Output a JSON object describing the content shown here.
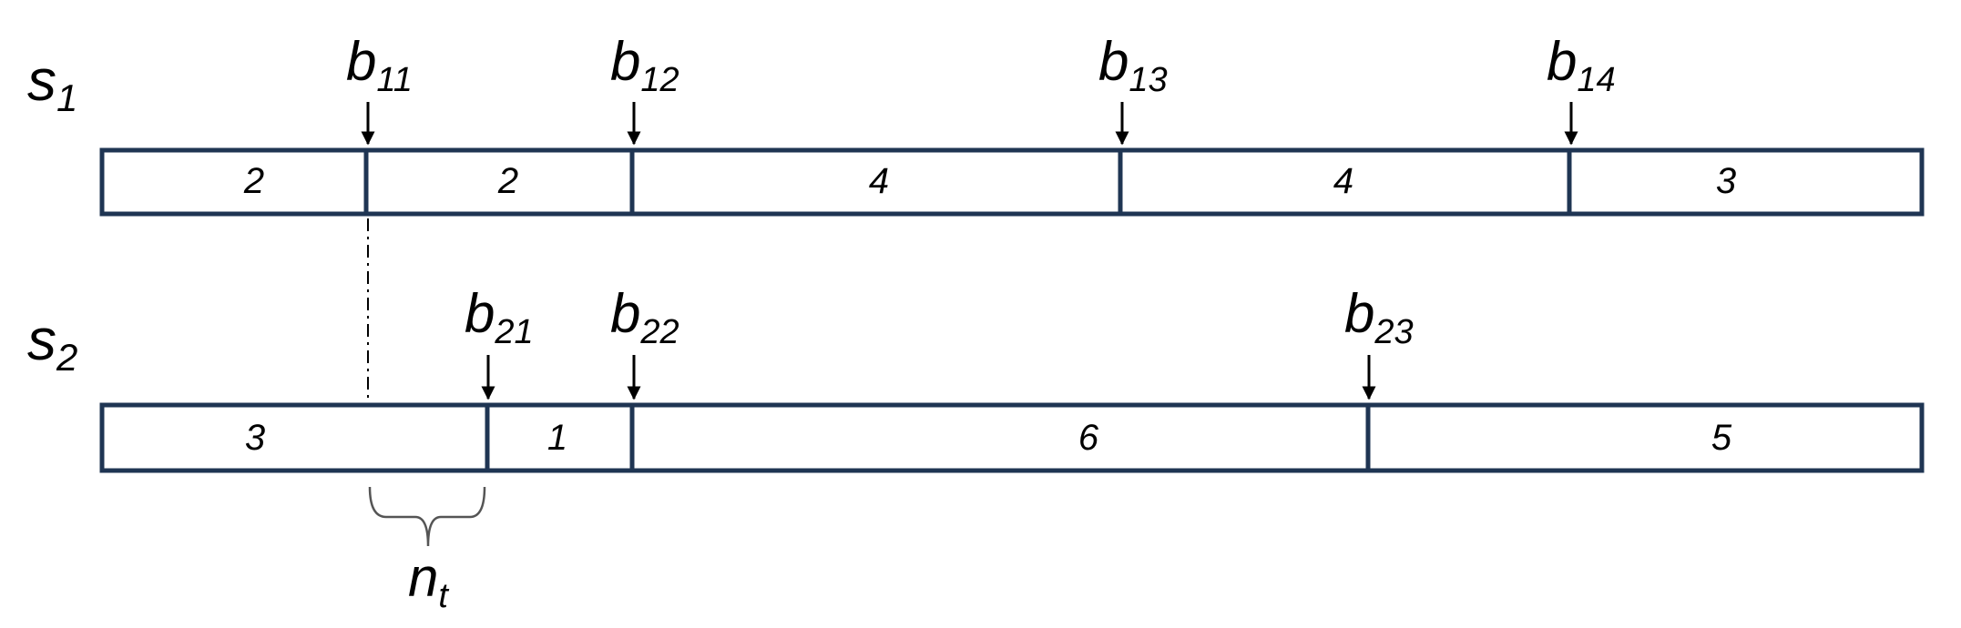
{
  "colors": {
    "bar_stroke": "#1f3553",
    "arrow": "#000000",
    "text": "#000000"
  },
  "sequences": [
    {
      "name": "s",
      "sub": "1",
      "boundaries": [
        {
          "base": "b",
          "sub": "11"
        },
        {
          "base": "b",
          "sub": "12"
        },
        {
          "base": "b",
          "sub": "13"
        },
        {
          "base": "b",
          "sub": "14"
        }
      ],
      "segments": [
        "2",
        "2",
        "4",
        "4",
        "3"
      ]
    },
    {
      "name": "s",
      "sub": "2",
      "boundaries": [
        {
          "base": "b",
          "sub": "21"
        },
        {
          "base": "b",
          "sub": "22"
        },
        {
          "base": "b",
          "sub": "23"
        }
      ],
      "segments": [
        "3",
        "1",
        "6",
        "5"
      ]
    }
  ],
  "brace_label": {
    "base": "n",
    "sub": "t"
  }
}
